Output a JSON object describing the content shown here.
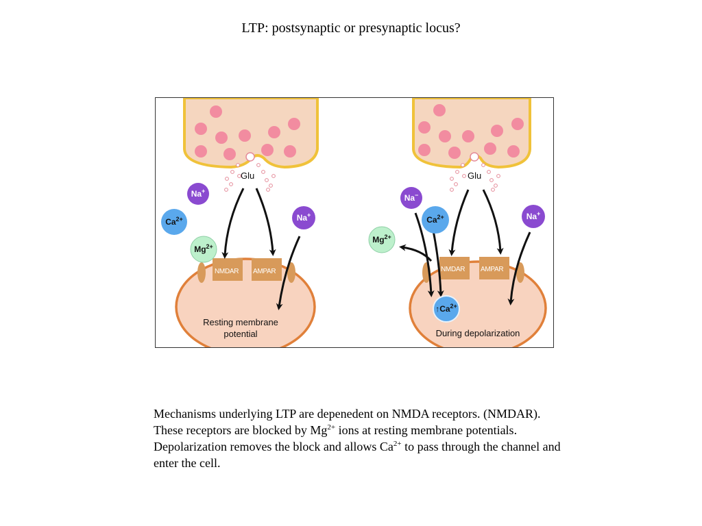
{
  "title": "LTP: postsynaptic or presynaptic locus?",
  "colors": {
    "terminal_fill": "#f5d6bf",
    "terminal_border": "#f0c23a",
    "vesicle": "#f28ca0",
    "cell_fill": "#f8d3bf",
    "cell_border": "#e0803a",
    "receptor": "#d89a5a",
    "na_ion": "#8a4ad0",
    "ca_ion": "#5aa8ec",
    "mg_ion": "#bdf0cc"
  },
  "figure": {
    "left_panel": {
      "glu_label": "Glu",
      "ions": {
        "na1": {
          "base": "Na",
          "charge": "+"
        },
        "na2": {
          "base": "Na",
          "charge": "+"
        },
        "ca": {
          "base": "Ca",
          "charge": "2+"
        },
        "mg": {
          "base": "Mg",
          "charge": "2+"
        }
      },
      "nmdar_label": "NMDAR",
      "ampar_label": "AMPAR",
      "caption_line1": "Resting membrane",
      "caption_line2": "potential"
    },
    "right_panel": {
      "glu_label": "Glu",
      "ions": {
        "na1": {
          "base": "Na",
          "charge": "−"
        },
        "na2": {
          "base": "Na",
          "charge": "+"
        },
        "ca": {
          "base": "Ca",
          "charge": "2+"
        },
        "mg": {
          "base": "Mg",
          "charge": "2+"
        },
        "ca_inside": {
          "prefix": "↑",
          "base": "Ca",
          "charge": "2+"
        }
      },
      "nmdar_label": "NMDAR",
      "ampar_label": "AMPAR",
      "caption": "During depolarization"
    }
  },
  "body_text": {
    "line1": "Mechanisms underlying LTP are depenedent on NMDA receptors. (NMDAR). These receptors are blocked by Mg",
    "sup1": "2+",
    "line2": " ions at resting membrane potentials. Depolarization removes the block and allows Ca",
    "sup2": "2+",
    "line3": " to pass through the channel and enter the cell."
  }
}
